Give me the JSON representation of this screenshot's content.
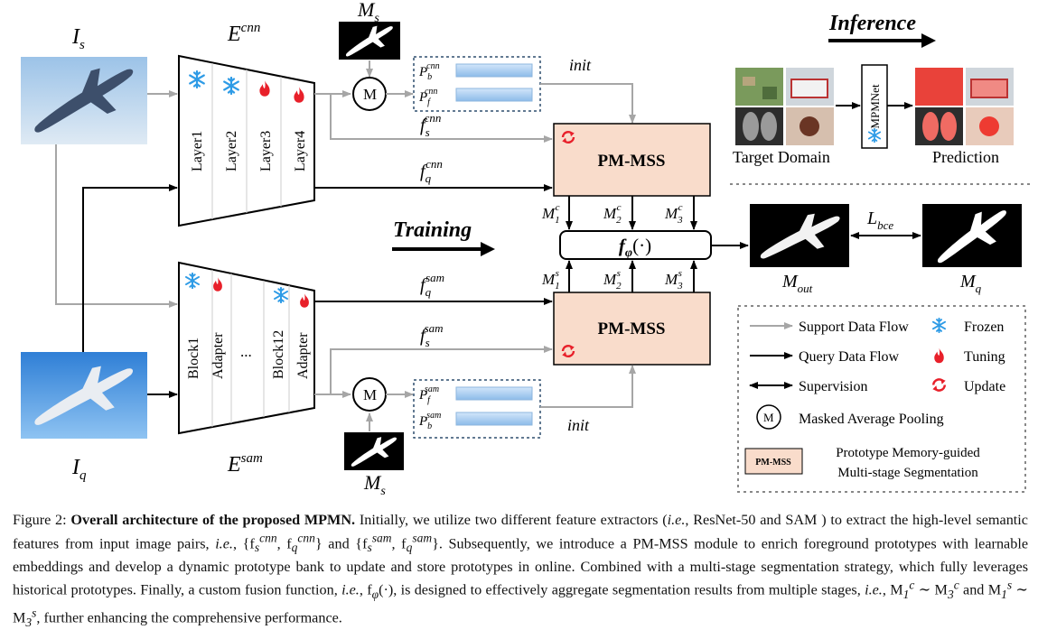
{
  "diagram": {
    "labels": {
      "Is": "I",
      "Is_sub": "s",
      "Iq": "I",
      "Iq_sub": "q",
      "Ecnn": "E",
      "Ecnn_sup": "cnn",
      "Esam": "E",
      "Esam_sup": "sam",
      "Ms_top": "M",
      "Ms_top_sub": "s",
      "Ms_bot": "M",
      "Ms_bot_sub": "s",
      "M": "M",
      "init_top": "init",
      "init_bot": "init",
      "fs_cnn": "f",
      "fs_cnn_sub": "s",
      "fs_cnn_sup": "cnn",
      "fq_cnn": "f",
      "fq_cnn_sub": "q",
      "fq_cnn_sup": "cnn",
      "fq_sam": "f",
      "fq_sam_sub": "q",
      "fq_sam_sup": "sam",
      "fs_sam": "f",
      "fs_sam_sub": "s",
      "fs_sam_sup": "sam",
      "Pb_cnn": "P",
      "Pb_cnn_sub": "b",
      "Pb_cnn_sup": "cnn",
      "Pf_cnn": "P",
      "Pf_cnn_sub": "f",
      "Pf_cnn_sup": "cnn",
      "Pf_sam": "P",
      "Pf_sam_sub": "f",
      "Pf_sam_sup": "sam",
      "Pb_sam": "P",
      "Pb_sam_sub": "b",
      "Pb_sam_sup": "sam",
      "pmmss_top": "PM-MSS",
      "pmmss_bot": "PM-MSS",
      "fphi": "f",
      "fphi_sub": "φ",
      "fphi_arg": "(·)",
      "M1c": "M",
      "M1c_sub": "1",
      "M1c_sup": "c",
      "M2c": "M",
      "M2c_sub": "2",
      "M2c_sup": "c",
      "M3c": "M",
      "M3c_sub": "3",
      "M3c_sup": "c",
      "M1s": "M",
      "M1s_sub": "1",
      "M1s_sup": "s",
      "M2s": "M",
      "M2s_sub": "2",
      "M2s_sup": "s",
      "M3s": "M",
      "M3s_sub": "3",
      "M3s_sup": "s",
      "Mout": "M",
      "Mout_sub": "out",
      "Mq": "M",
      "Mq_sub": "q",
      "Lbce": "L",
      "Lbce_sub": "bce",
      "training": "Training",
      "inference": "Inference",
      "target_domain": "Target Domain",
      "prediction": "Prediction",
      "mpmnet": "MPMNet",
      "ellipsis": "...",
      "cnn_layers": [
        "Layer1",
        "Layer2",
        "Layer3",
        "Layer4"
      ],
      "sam_blocks": [
        "Block1",
        "Adapter",
        "Block12",
        "Adapter"
      ]
    },
    "legend": {
      "support_flow": "Support Data Flow",
      "query_flow": "Query Data Flow",
      "supervision": "Supervision",
      "map": "Masked Average Pooling",
      "frozen": "Frozen",
      "tuning": "Tuning",
      "update": "Update",
      "pmmss_chip": "PM-MSS",
      "pmmss_desc_1": "Prototype Memory-guided",
      "pmmss_desc_2": "Multi-stage Segmentation"
    },
    "colors": {
      "support_arrow": "#a6a6a6",
      "query_arrow": "#000000",
      "pmmss_fill": "#f9dccb",
      "prototype_bar": "#a9cdf1",
      "frozen_icon": "#2e9be6",
      "tuning_icon": "#e8202a",
      "update_icon": "#e8202a"
    }
  },
  "caption": {
    "label": "Figure 2:",
    "title": "Overall architecture of the proposed MPMN.",
    "body": [
      " Initially, we utilize two different feature extractors (",
      "i.e.",
      ", ResNet-50 and SAM ) to extract the high-level semantic features from input image pairs, ",
      "i.e.",
      ", {f",
      "s",
      "cnn",
      ", f",
      "q",
      "cnn",
      "} and {f",
      "s",
      "sam",
      ", f",
      "q",
      "sam",
      "}. Subsequently, we introduce a PM-MSS module to enrich foreground prototypes with learnable embeddings and develop a dynamic prototype bank to update and store prototypes in online. Combined with a multi-stage segmentation strategy, which fully leverages historical prototypes. Finally, a custom fusion function, ",
      "i.e.",
      ", f",
      "φ",
      "(·), is designed to effectively aggregate segmentation results from multiple stages, ",
      "i.e.",
      ", M",
      "1",
      "c",
      " ∼ M",
      "3",
      "c",
      " and M",
      "1",
      "s",
      " ∼ M",
      "3",
      "s",
      ", further enhancing the comprehensive performance."
    ]
  }
}
